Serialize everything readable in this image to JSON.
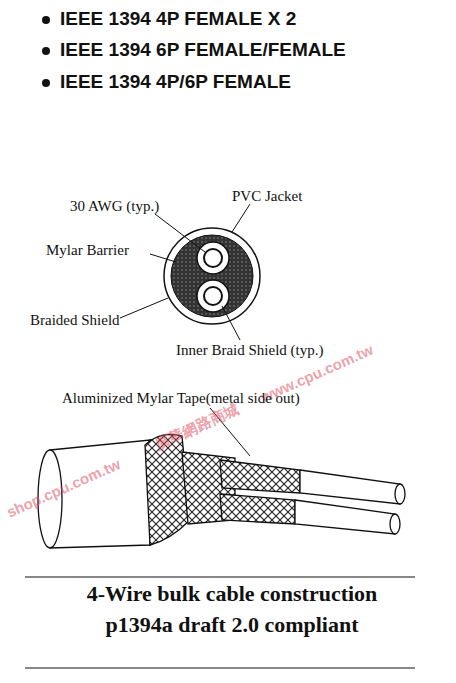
{
  "diagram": {
    "labels": [
      "IEEE 1394 4P FEMALE X 2",
      "IEEE 1394 6P FEMALE/FEMALE",
      "IEEE 1394 4P/6P FEMALE",
      "30 AWG (typ.)",
      "PVC Jacket",
      "Mylar Barrier",
      "Braided Shield",
      "Inner Braid Shield (typ.)",
      "Aluminized Mylar Tape(metal side out)",
      "4-Wire bulk cable construction",
      "p1394a draft 2.0 compliant",
      "shop.cpu.com.tw",
      "廣華網路商城",
      "www.cpu.com.tw"
    ]
  }
}
